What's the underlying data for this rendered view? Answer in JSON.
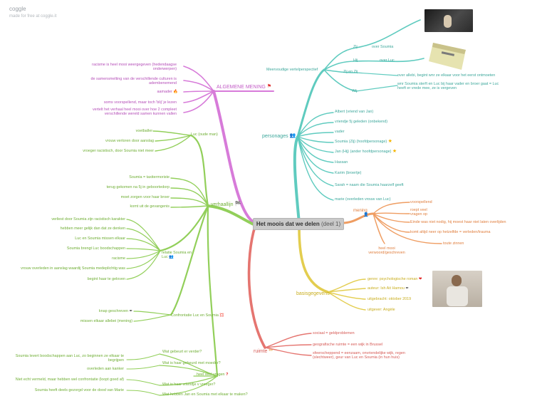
{
  "brand": {
    "name": "coggle",
    "tagline": "made for free at coggle.it"
  },
  "center": {
    "title": "Het moois dat we delen",
    "subtitle": "(deel 1)"
  },
  "colors": {
    "mening": "#d77bd9",
    "personages": "#5fcbbf",
    "verhaallijn": "#92cf5a",
    "meningR": "#ef9d62",
    "basis": "#e3cd4f",
    "ruimte": "#e57570",
    "center": "#c9c9c9"
  },
  "algemene": {
    "label": "ALGEMENE MENING",
    "icon": "red-flag-icon",
    "items": [
      "racisme is heel mooi weergegeven (hedendaagse onderwerpen)",
      "de samensmelting van de verschillende culturen is adembenemend",
      "aamader",
      "soms voorspellend, maar toch 'blij' je lezen",
      "vertelt het verhaal heel mooi over hoe 2 compleet verschillende wereld samen kunnen vallen"
    ]
  },
  "verteller": {
    "label": "Meervoudige vertelperspectief",
    "subs": [
      "Zij",
      "over Soumia",
      "Hij",
      "over Luc",
      "Zij en Zij",
      "over allebi, begint wnr ze elkaar voor het eerst ontmoeten",
      "Wij",
      "wnr Soumia sterft en Luc bij haar vader en broer gaat = Luc heeft er vrede mee, ze is vergeven"
    ]
  },
  "personages": {
    "label": "personages",
    "items": [
      "Albert (vriend van Jan)",
      "vriendje 5j geleden (onbekend)",
      "vader",
      "Soumia (Zij) (hoofdpersonage)",
      "Jan (Hij) (ander hoofdpersonage)",
      "Hassan",
      "Karim (broertje)",
      "Sarah = naam die Soumia haarzelf geeft",
      "marie (overleden vrouw van Luc)"
    ]
  },
  "meningR": {
    "label": "mening",
    "items": [
      "voorspellend",
      "roept veel vragen op",
      "Einde was niet nodig, hij moest haar niet laten overlijden",
      "komt altijd neer op hetzelfde = verleden/trauma",
      "toute zinnen",
      "heel mooi verwoord/geschreven"
    ]
  },
  "basis": {
    "label": "basisgegevens",
    "items": [
      "genre: psychologische roman",
      "auteur: Ish Ait Hamou",
      "uitgebracht: oktober 2019",
      "uitgever: Angèle"
    ]
  },
  "ruimte": {
    "label": "ruimte",
    "items": [
      "sociaal = geldproblemen",
      "geografische ruimte = een wijk in Brussel",
      "sfeerscheppend = eenzaam, onvriendelijke wijk, regen (slechtweer), geur van Luc en Soumia (in hun huis)"
    ]
  },
  "verhaal": {
    "label": "verhaallijn",
    "luc_label": "Luc (oude man)",
    "luc_items": [
      "voetballer",
      "vrouw verloren door aanslag",
      "vroeger racistisch, door Soumia niet meer"
    ],
    "soumia_items": [
      "Soumia = taxitermoriste",
      "terug gekomen na 5j in geboortedorp",
      "moet zorgen voor haar broer",
      "komt uit de gevangenis"
    ],
    "relatie_label": "relatie Soumia en Luc",
    "relatie_items": [
      "verliest door Soumia zijn racistisch karakter",
      "hebben meer gelijk dan dat ze denken",
      "Luc en Soumia missen elkaar",
      "Soumia brengt Luc boodschappen",
      "racisme",
      "vrouw overleden in aanslag waardij Soumia medeplichtig was",
      "begint haar te geloven"
    ],
    "confrontatie_label": "Confrontatie Luc en Soumia",
    "confrontatie_items": [
      "knap geschreven",
      "missen elkaar allebei (mening)"
    ],
    "questions_label": "heel veel vragen",
    "questions": [
      "Wat gebeurt er verder?",
      "Wat is haar geheurd met moeder?",
      "Wat is haar vriendje v vroeger?",
      "Wat hebben Jan en Soumia met elkaar te maken?"
    ],
    "lower_items": [
      "Soumia levert boodschappen aan Luc, zo beginnen ze elkaar te begrijpen",
      "overleden aan kanker",
      "Niet echt vermeld, maar hebben wel confrontatie (loopt goed af)",
      "Soumia heeft deels gezorgd voor de dood van Marie"
    ]
  }
}
